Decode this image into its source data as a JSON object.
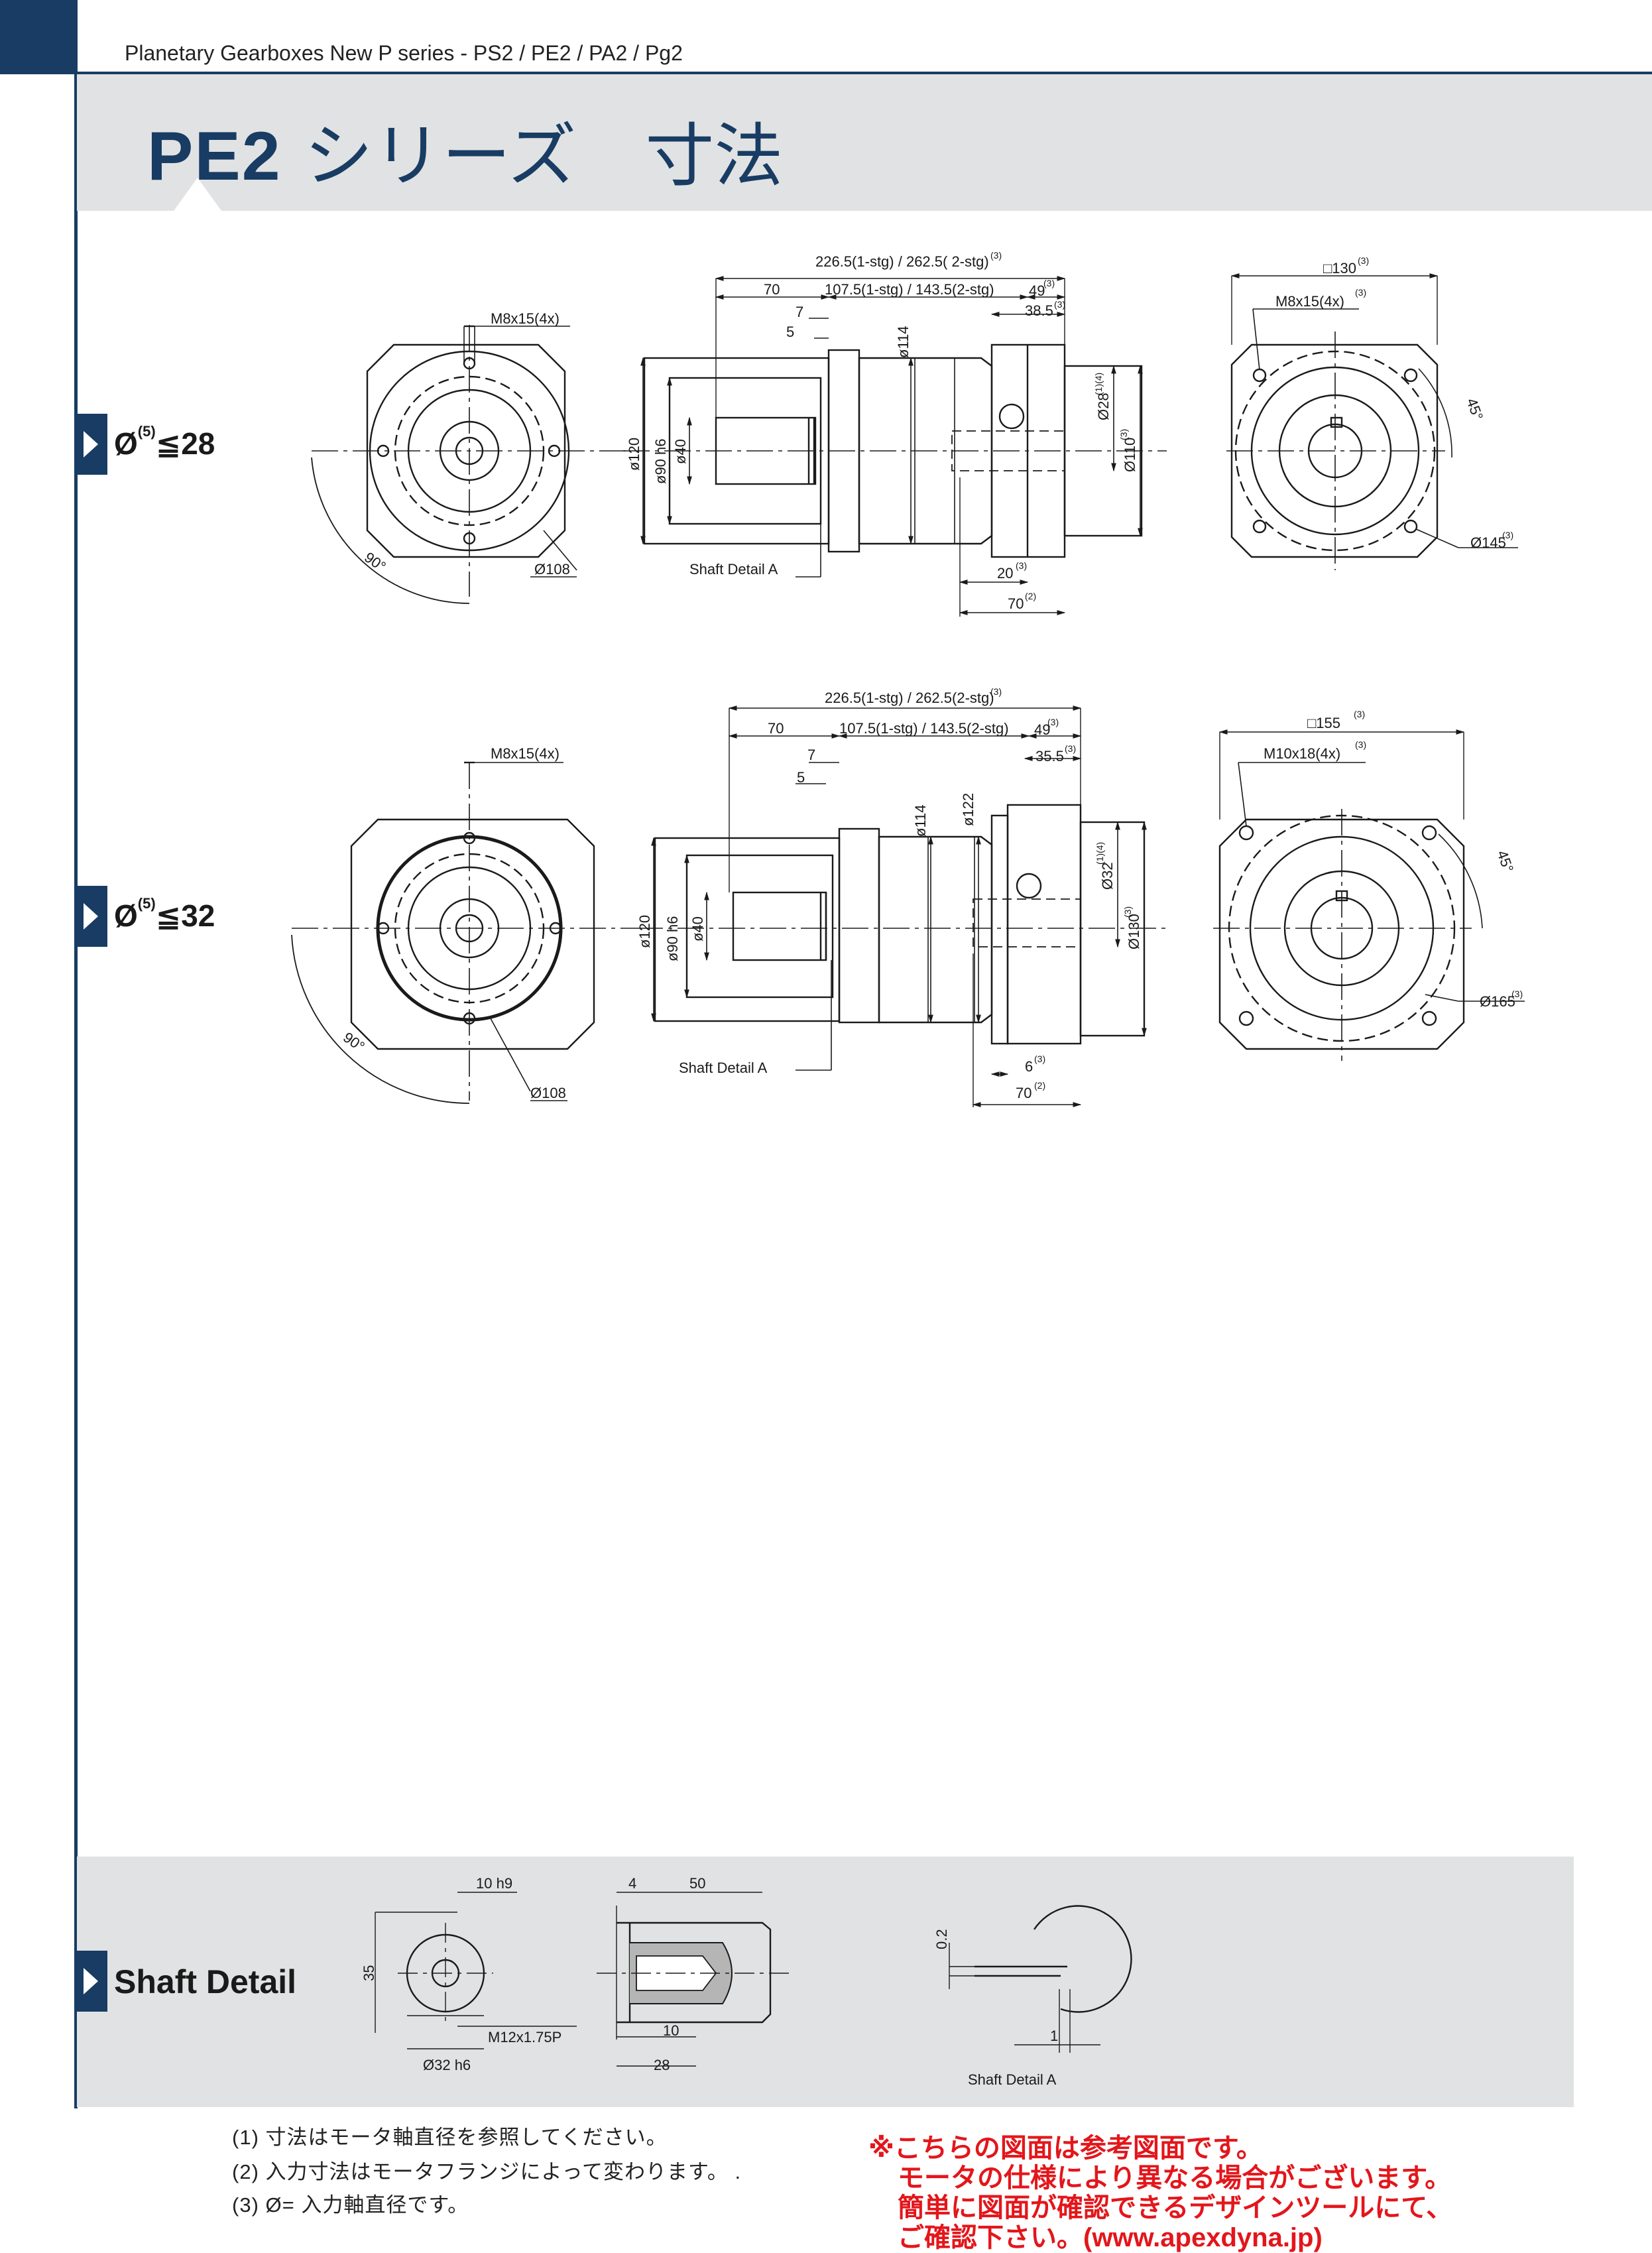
{
  "header": {
    "series": "Planetary Gearboxes New P series - PS2 / PE2 / PA2 / Pg2",
    "model": "PE2",
    "title_jp": "シリーズ　寸法"
  },
  "rows": [
    {
      "label_prefix": "Ø",
      "label_sup": "(5)",
      "label_suffix": "≦28",
      "front": {
        "thread": "M8x15(4x)",
        "pcd": "Ø108",
        "angle": "90°"
      },
      "side": {
        "total": "226.5(1-stg) / 262.5( 2-stg)",
        "total_note": "(3)",
        "shaft_len": "70",
        "mid": "107.5(1-stg) / 143.5(2-stg)",
        "flange": "49",
        "flange_note": "(3)",
        "sub": "38.5",
        "sub_note": "(3)",
        "d7": "7",
        "d5": "5",
        "d114": "ø114",
        "d120": "ø120",
        "d90": "ø90 h6",
        "d40": "ø40",
        "d28": "Ø28",
        "d28_note": "(1)(4)",
        "d110": "Ø110",
        "d110_note": "(3)",
        "bottom1": "20",
        "bottom1_note": "(3)",
        "bottom2": "70",
        "bottom2_note": "(2)",
        "shaft_detail": "Shaft Detail  A"
      },
      "rear": {
        "square": "□130",
        "square_note": "(3)",
        "thread": "M8x15(4x)",
        "thread_note": "(3)",
        "angle": "45°",
        "pcd": "Ø145",
        "pcd_note": "(3)"
      }
    },
    {
      "label_prefix": "Ø",
      "label_sup": "(5)",
      "label_suffix": "≦32",
      "front": {
        "thread": "M8x15(4x)",
        "pcd": "Ø108",
        "angle": "90°"
      },
      "side": {
        "total": "226.5(1-stg) / 262.5(2-stg)",
        "total_note": "(3)",
        "shaft_len": "70",
        "mid": "107.5(1-stg) / 143.5(2-stg)",
        "flange": "49",
        "flange_note": "(3)",
        "sub": "35.5",
        "sub_note": "(3)",
        "d7": "7",
        "d5": "5",
        "d114": "ø114",
        "d122": "ø122",
        "d120": "ø120",
        "d90": "ø90 h6",
        "d40": "ø40",
        "d32": "Ø32",
        "d32_note": "(1)(4)",
        "d130": "Ø130",
        "d130_note": "(3)",
        "bottom1": "6",
        "bottom1_note": "(3)",
        "bottom2": "70",
        "bottom2_note": "(2)",
        "shaft_detail": "Shaft Detail  A"
      },
      "rear": {
        "square": "□155",
        "square_note": "(3)",
        "thread": "M10x18(4x)",
        "thread_note": "(3)",
        "angle": "45°",
        "pcd": "Ø165",
        "pcd_note": "(3)"
      }
    }
  ],
  "shaft_detail": {
    "label": "Shaft Detail",
    "key_width": "10 h9",
    "height": "35",
    "thread": "M12x1.75P",
    "dia": "Ø32 h6",
    "offset": "4",
    "length": "50",
    "depth": "10",
    "len28": "28",
    "chamfer": "0.2",
    "radius": "1",
    "caption": "Shaft  Detail  A"
  },
  "notes": [
    "(1) 寸法はモータ軸直径を参照してください。",
    "(2) 入力寸法はモータフランジによって変わります。 .",
    "(3) Ø= 入力軸直径です。"
  ],
  "red_notes": [
    "※こちらの図面は参考図面です。",
    "モータの仕様により異なる場合がございます。",
    "簡単に図面が確認できるデザインツールにて、",
    "ご確認下さい。(www.apexdyna.jp)"
  ]
}
